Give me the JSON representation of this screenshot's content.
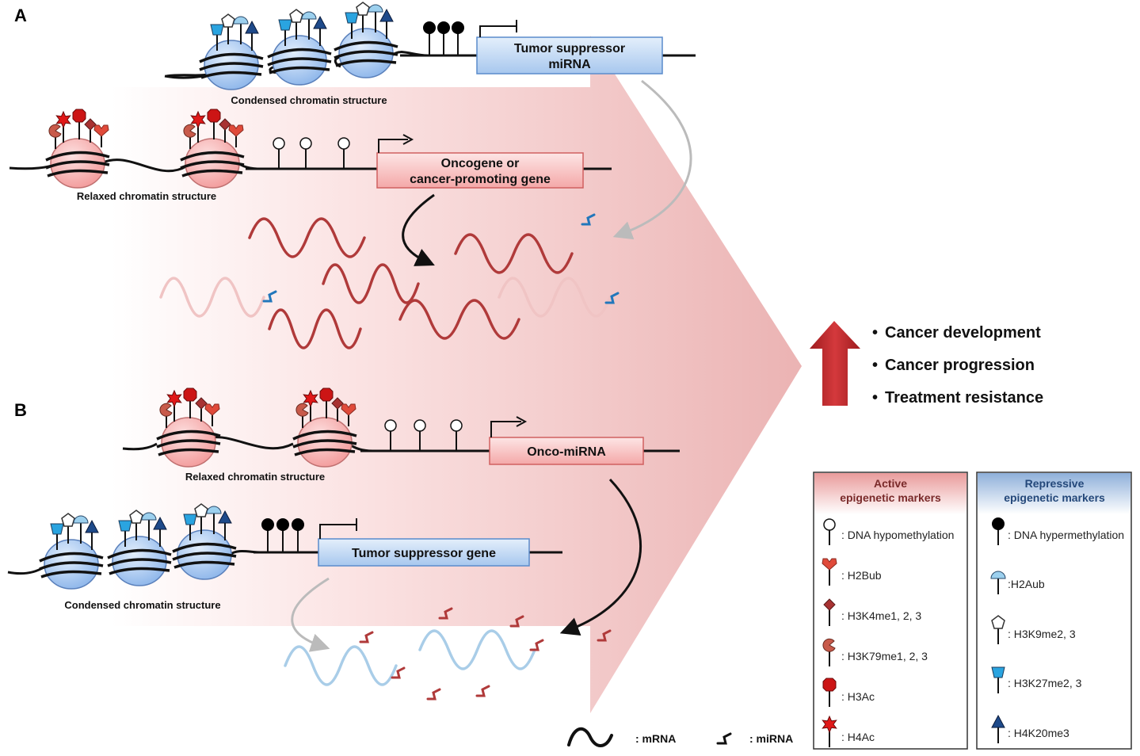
{
  "panel_a": {
    "label": "A",
    "top_gene": "Tumor suppressor miRNA",
    "top_gene_lines": [
      "Tumor suppressor",
      "miRNA"
    ],
    "top_chromatin": "Condensed chromatin structure",
    "bottom_gene": "Oncogene or cancer-promoting gene",
    "bottom_gene_lines": [
      "Oncogene or",
      "cancer-promoting gene"
    ],
    "bottom_chromatin": "Relaxed chromatin structure"
  },
  "panel_b": {
    "label": "B",
    "top_gene": "Onco-miRNA",
    "top_chromatin": "Relaxed chromatin structure",
    "bottom_gene": "Tumor suppressor gene",
    "bottom_chromatin": "Condensed chromatin structure"
  },
  "outcomes": [
    "Cancer development",
    "Cancer progression",
    "Treatment resistance"
  ],
  "bullet": "•",
  "legend_active": {
    "title_lines": [
      "Active",
      "epigenetic markers"
    ],
    "items": [
      ": DNA hypomethylation",
      ": H2Bub",
      ": H3K4me1, 2, 3",
      ": H3K79me1, 2, 3",
      ": H3Ac",
      ": H4Ac"
    ]
  },
  "legend_repressive": {
    "title_lines": [
      "Repressive",
      "epigenetic markers"
    ],
    "items": [
      ": DNA hypermethylation",
      ":H2Aub",
      ": H3K9me2, 3",
      ": H3K27me2, 3",
      ": H4K20me3"
    ]
  },
  "key": {
    "mrna": ": mRNA",
    "mirna": ": miRNA"
  },
  "colors": {
    "active_box": "#f4b3b3",
    "repressive_box": "#aac4e6",
    "nucleosome_red": "#f5a3a3",
    "nucleosome_blue": "#9cc0ee",
    "mrna_red": "#b03a3a",
    "mrna_faded": "#f0c4c4",
    "mrna_blue": "#a9cde8",
    "mirna_blue": "#2277bb",
    "arrow_red": "#c0292b"
  }
}
